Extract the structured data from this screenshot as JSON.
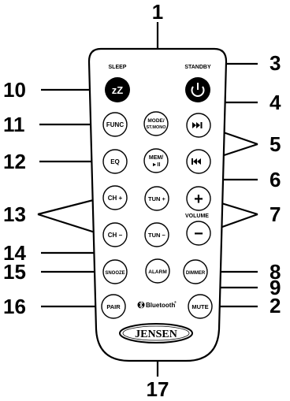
{
  "callouts": {
    "n1": "1",
    "n2": "2",
    "n3": "3",
    "n4": "4",
    "n5": "5",
    "n6": "6",
    "n7": "7",
    "n8": "8",
    "n9": "9",
    "n10": "10",
    "n11": "11",
    "n12": "12",
    "n13": "13",
    "n14": "14",
    "n15": "15",
    "n16": "16",
    "n17": "17"
  },
  "labels": {
    "sleep": "SLEEP",
    "standby": "STANDBY",
    "volume": "VOLUME",
    "bluetooth": "Bluetooth",
    "bluetooth_mark": "®"
  },
  "buttons": {
    "sleep": "zZ",
    "standby_icon": "power-icon",
    "func": "FUNC",
    "mode_line1": "MODE/",
    "mode_line2": "ST.MONO",
    "next_icon": "next-track-icon",
    "prev_icon": "previous-track-icon",
    "eq": "EQ",
    "mem_line1": "MEM/",
    "mem_line2": "►II",
    "ch_plus": "CH +",
    "tun_plus": "TUN +",
    "vol_plus": "+",
    "ch_minus": "CH −",
    "tun_minus": "TUN −",
    "vol_minus": "−",
    "snooze": "SNOOZE",
    "alarm": "ALARM",
    "dimmer": "DIMMER",
    "pair": "PAIR",
    "mute": "MUTE"
  },
  "brand": {
    "logo": "JENSEN"
  },
  "colors": {
    "ink": "#000000",
    "body": "#ffffff",
    "standby_fill": "#000000"
  }
}
